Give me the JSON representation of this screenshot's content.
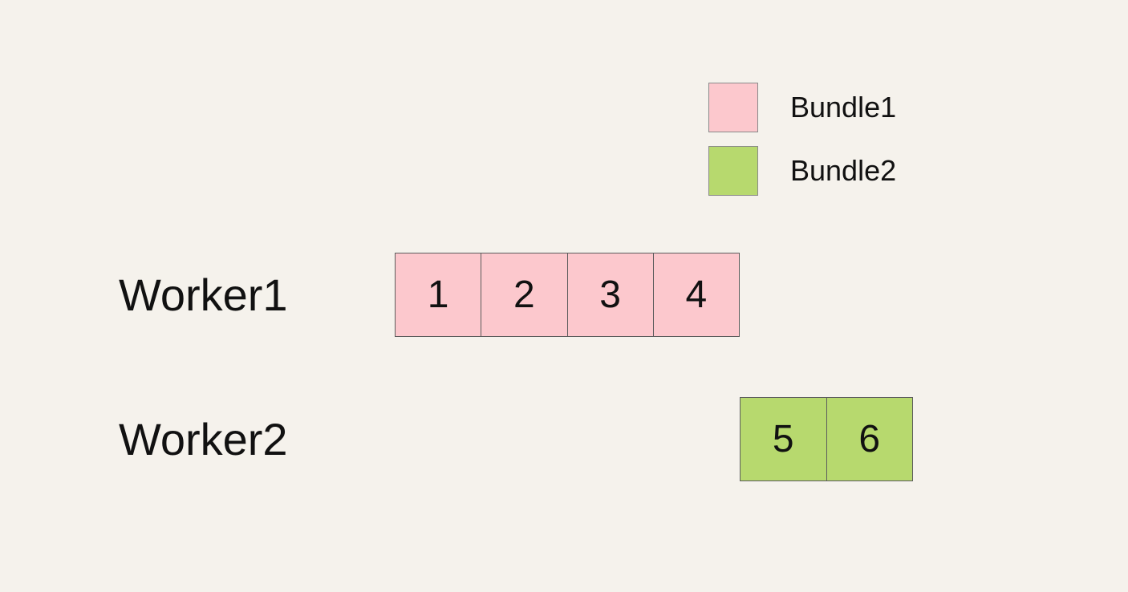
{
  "canvas": {
    "background": "#f5f2ec"
  },
  "legend": {
    "items": [
      {
        "label": "Bundle1",
        "color": "#fcc8cd"
      },
      {
        "label": "Bundle2",
        "color": "#b7d96e"
      }
    ]
  },
  "rows": [
    {
      "label": "Worker1",
      "bundle": "Bundle1",
      "color": "#fcc8cd",
      "tasks": [
        "1",
        "2",
        "3",
        "4"
      ]
    },
    {
      "label": "Worker2",
      "bundle": "Bundle2",
      "color": "#b7d96e",
      "tasks": [
        "5",
        "6"
      ]
    }
  ],
  "chart_data": {
    "type": "table",
    "title": "",
    "categories": [
      "Worker1",
      "Worker2"
    ],
    "series": [
      {
        "name": "Bundle1",
        "worker": "Worker1",
        "tasks": [
          1,
          2,
          3,
          4
        ],
        "color": "#fcc8cd"
      },
      {
        "name": "Bundle2",
        "worker": "Worker2",
        "tasks": [
          5,
          6
        ],
        "color": "#b7d96e"
      }
    ],
    "legend_position": "top-right"
  }
}
